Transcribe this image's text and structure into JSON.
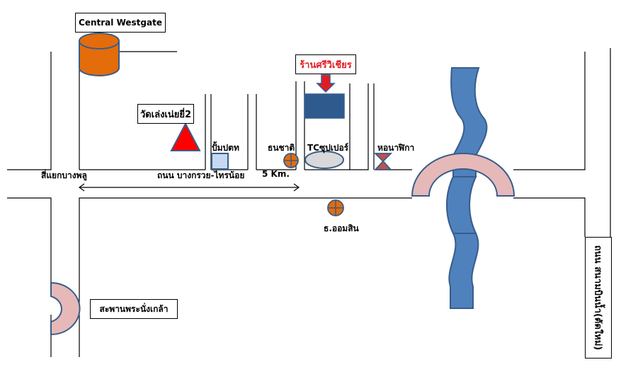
{
  "landmarks": {
    "central_westgate": "Central Westgate",
    "shop_name": "ร้านศรีวิเชียร",
    "wat": "วัดเล่งเน่ยยี่2",
    "gas_station": "ปั้มปตท",
    "thanachart": "ธนชาติ",
    "tc_super": "TCซุปเปอร์",
    "clock_tower": "หอนาฬิกา",
    "gsb_bank": "ธ.ออมสิน",
    "bridge": "สะพานพระนั่งเกล้า"
  },
  "roads": {
    "intersection": "สี่แยกบางพลู",
    "main_road": "ถนน บางกรวย-ไทรน้อย",
    "distance": "5 Km.",
    "side_road": "ถนน สนามบินน้ำ(ตัดใหม่)"
  },
  "colors": {
    "cylinder": "#E46C0A",
    "shop_marker": "#E31B23",
    "shop_building": "#2E5A8E",
    "river": "#4F81BD",
    "bridge": "#E6B9B8",
    "gas_station": "#C6D9F1",
    "wat_triangle": "#FF0000"
  }
}
